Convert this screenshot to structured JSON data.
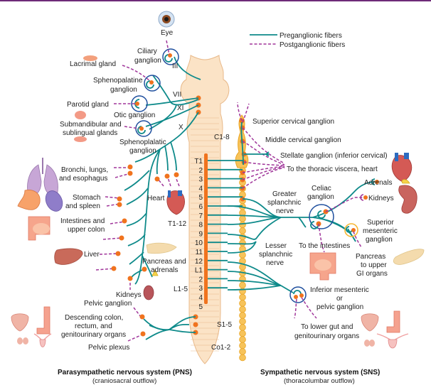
{
  "legend": {
    "preganglionic": "Preganglionic fibers",
    "postganglionic": "Postganglionic fibers"
  },
  "colors": {
    "preganglionic": "#0e8a8a",
    "postganglionic": "#a0359a",
    "neuron_body": "#f0731e",
    "ganglion_ring": "#1f4f9e",
    "sympathetic_chain": "#f7b733",
    "spinal_cord": "#fbe3c6",
    "top_border": "#6e2a78"
  },
  "pns": {
    "title": "Parasympathetic nervous system (PNS)",
    "subtitle": "(craniosacral outflow)",
    "labels": {
      "eye": "Eye",
      "ciliary_1": "Ciliary",
      "ciliary_2": "ganglion",
      "lacrimal": "Lacrimal gland",
      "spheno_1": "Sphenopalatine",
      "spheno_2": "ganglion",
      "parotid": "Parotid gland",
      "otic": "Otic ganglion",
      "submand_1": "Submandibular and",
      "submand_2": "sublingual glands",
      "sphenoplal_1": "Sphenoplalatic",
      "sphenoplal_2": "ganglion",
      "bronchi_1": "Bronchi, lungs,",
      "bronchi_2": "and esophagus",
      "stomach_1": "Stomach",
      "stomach_2": "and spleen",
      "heart": "Heart",
      "intestines_1": "Intestines and",
      "intestines_2": "upper colon",
      "liver": "Liver",
      "pancreas_1": "Pancreas and",
      "pancreas_2": "adrenals",
      "kidneys": "Kidneys",
      "pelvic_ganglion": "Pelvic ganglion",
      "descending_1": "Descending colon,",
      "descending_2": "rectum, and",
      "descending_3": "genitourinary organs",
      "pelvic_plexus": "Pelvic plexus"
    },
    "cranial_nerves": [
      "III",
      "VII",
      "XI",
      "X"
    ]
  },
  "spine": {
    "regions": {
      "cervical": "C1-8",
      "thoracic": "T1-12",
      "lumbar": "L1-5",
      "sacral": "S1-5",
      "coccygeal": "Co1-2"
    },
    "segments": [
      "T1",
      "2",
      "3",
      "4",
      "5",
      "6",
      "7",
      "8",
      "9",
      "10",
      "11",
      "12",
      "L1",
      "2",
      "3",
      "4",
      "5"
    ]
  },
  "sns": {
    "title": "Sympathetic nervous system (SNS)",
    "subtitle": "(thoracolumbar outflow)",
    "labels": {
      "superior_cervical": "Superior cervical ganglion",
      "middle_cervical": "Middle cervical ganglion",
      "stellate": "Stellate ganglion (inferior cervical)",
      "thoracic_viscera": "To the thoracic viscera, heart",
      "celiac_1": "Celiac",
      "celiac_2": "ganglion",
      "greater_1": "Greater",
      "greater_2": "splanchnic",
      "greater_3": "nerve",
      "adrenals": "Adrenals",
      "kidneys": "Kidneys",
      "sup_mes_1": "Superior",
      "sup_mes_2": "mesenteric",
      "sup_mes_3": "ganglion",
      "lesser_1": "Lesser",
      "lesser_2": "splanchnic",
      "lesser_3": "nerve",
      "intestines": "To the intestines",
      "pancreas_1": "Pancreas",
      "pancreas_2": "to upper",
      "pancreas_3": "GI organs",
      "inf_mes_1": "Inferior mesenteric",
      "inf_mes_2": "or",
      "inf_mes_3": "pelvic ganglion",
      "lower_gut_1": "To lower gut and",
      "lower_gut_2": "genitourinary organs"
    }
  }
}
